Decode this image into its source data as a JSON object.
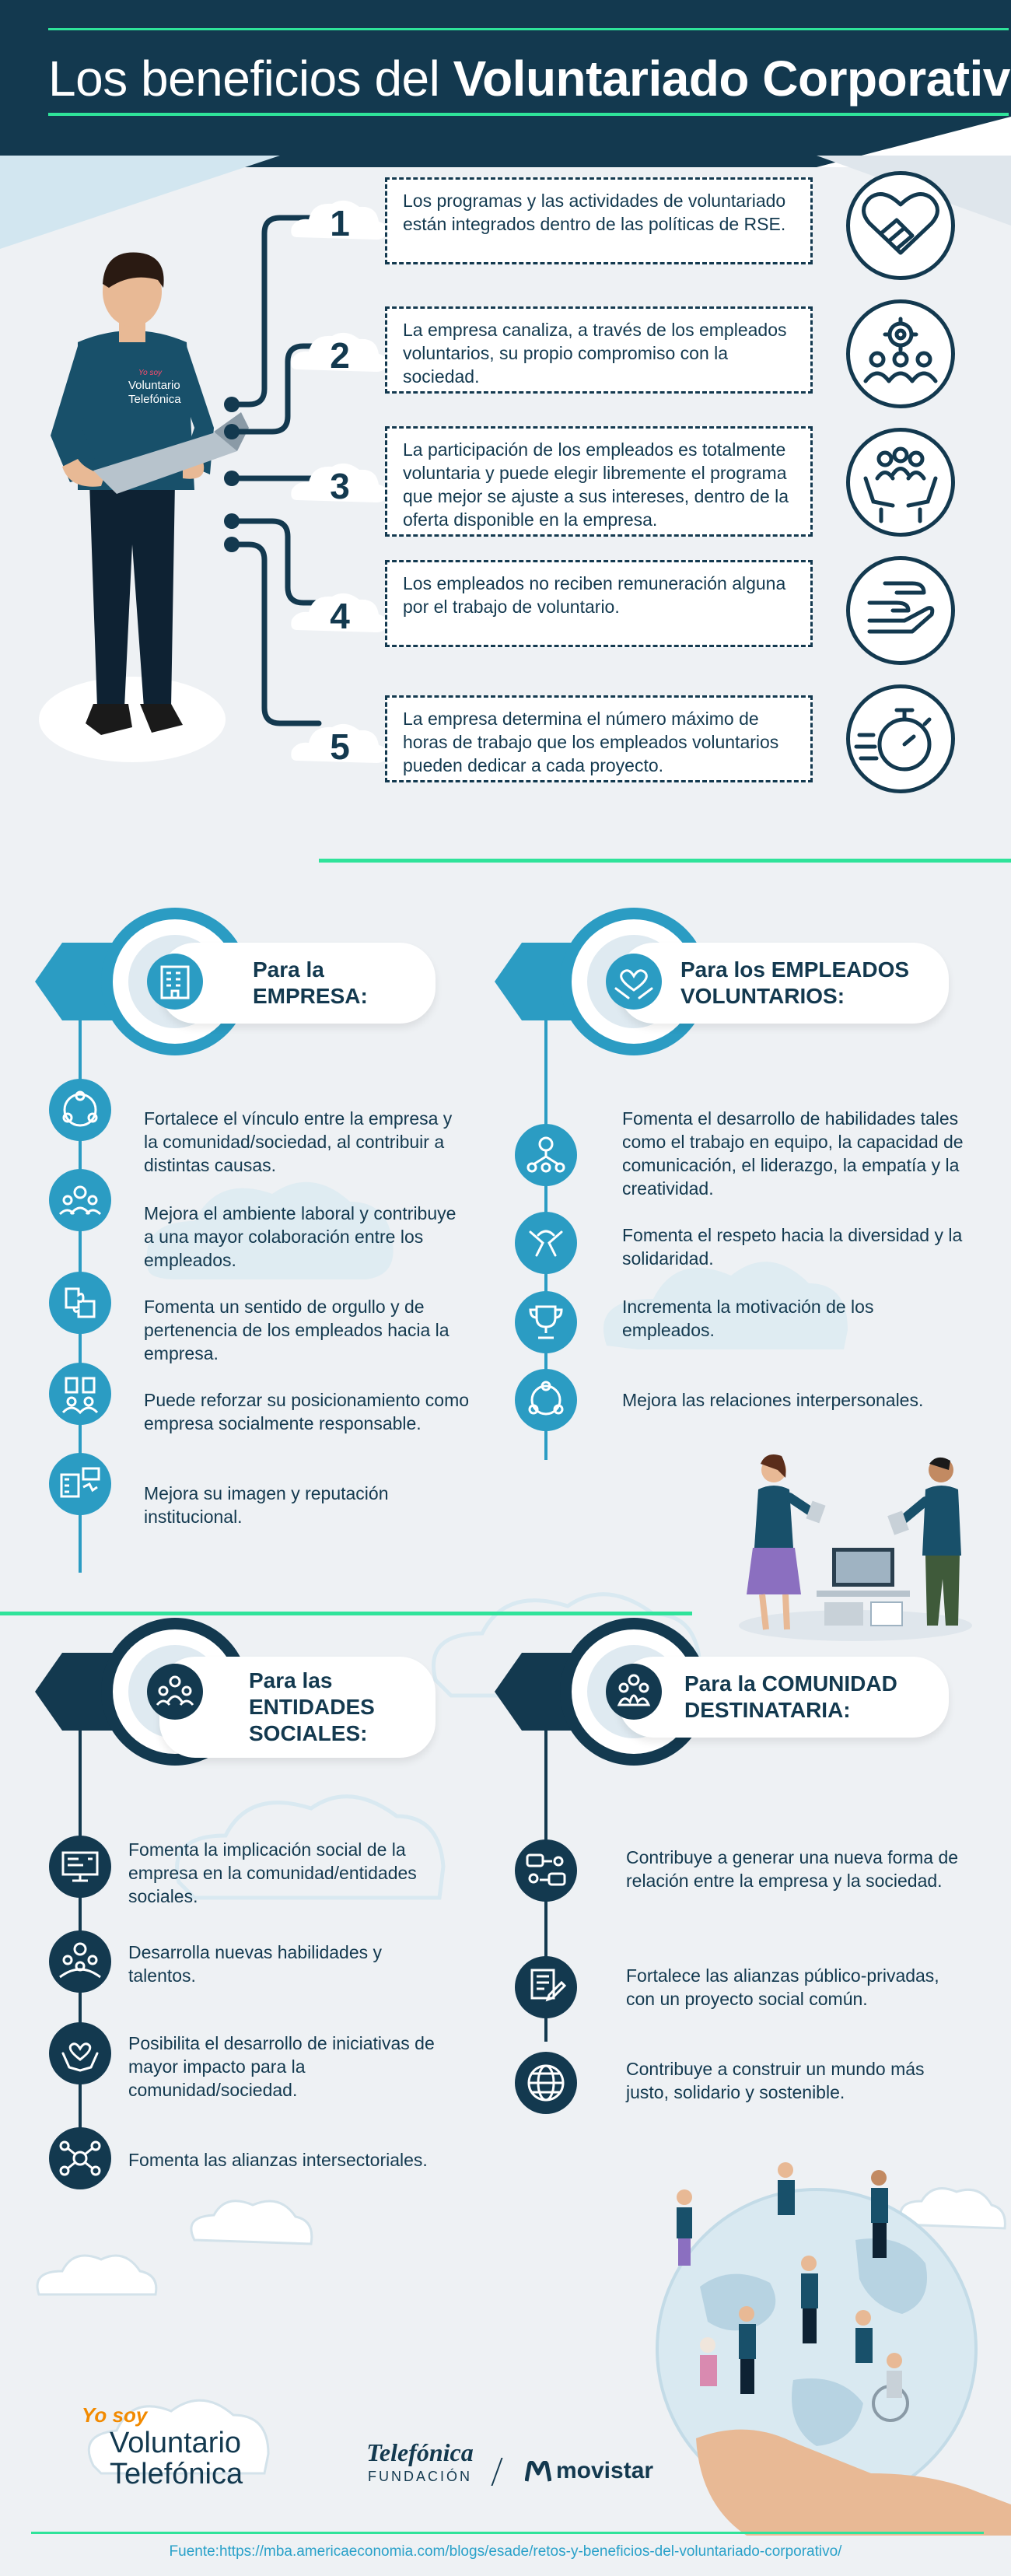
{
  "header": {
    "title_light": "Los beneficios del ",
    "title_bold": "Voluntariado Corporativo"
  },
  "person_shirt": [
    "Yo soy",
    "Voluntario",
    "Telefónica"
  ],
  "steps": [
    {
      "num": "1",
      "text": "Los programas y las actividades de voluntariado están integrados dentro de las políticas de RSE.",
      "icon": "handshake-heart-icon"
    },
    {
      "num": "2",
      "text": "La empresa canaliza, a través de los empleados voluntarios, su propio compromiso con la sociedad.",
      "icon": "people-gear-icon"
    },
    {
      "num": "3",
      "text": "La participación de los empleados es totalmente voluntaria y puede elegir libremente el programa que mejor se ajuste a sus intereses, dentro de la oferta disponible en la empresa.",
      "icon": "hands-people-icon"
    },
    {
      "num": "4",
      "text": "Los empleados no reciben remuneración alguna por el trabajo de voluntario.",
      "icon": "hand-giving-icon"
    },
    {
      "num": "5",
      "text": "La empresa determina el número máximo de horas de trabajo que los empleados voluntarios pueden dedicar a cada proyecto.",
      "icon": "stopwatch-icon"
    }
  ],
  "sections": {
    "empresa": {
      "label": [
        "Para la",
        "EMPRESA:"
      ],
      "items": [
        "Fortalece el vínculo entre la empresa y la comunidad/sociedad, al contribuir a distintas causas.",
        "Mejora el ambiente laboral y contribuye a una mayor colaboración entre los empleados.",
        "Fomenta un sentido de orgullo y de pertenencia de los empleados hacia la empresa.",
        "Puede reforzar su posicionamiento como empresa socialmente responsable.",
        "Mejora su imagen y reputación institucional."
      ]
    },
    "empleados": {
      "label": [
        "Para los EMPLEADOS",
        "VOLUNTARIOS:"
      ],
      "items": [
        "Fomenta el desarrollo de habilidades tales como el trabajo en equipo, la capacidad de comunicación, el liderazgo, la empatía y la creatividad.",
        "Fomenta el respeto hacia la diversidad y la solidaridad.",
        "Incrementa la motivación de los empleados.",
        "Mejora las relaciones interpersonales."
      ]
    },
    "entidades": {
      "label": [
        "Para las",
        "ENTIDADES",
        "SOCIALES:"
      ],
      "items": [
        "Fomenta la implicación social de la empresa en la comunidad/entidades sociales.",
        "Desarrolla nuevas habilidades y talentos.",
        "Posibilita el desarrollo de iniciativas de mayor impacto para la comunidad/sociedad.",
        "Fomenta las alianzas intersectoriales."
      ]
    },
    "comunidad": {
      "label": [
        "Para la COMUNIDAD",
        "DESTINATARIA:"
      ],
      "items": [
        "Contribuye a generar una nueva forma de relación entre la empresa y la sociedad.",
        "Fortalece las alianzas público-privadas, con un proyecto social común.",
        "Contribuye a construir un mundo más justo, solidario y sostenible."
      ]
    }
  },
  "footer": {
    "yosoy": "Yo soy",
    "voluntario": "Voluntario",
    "telefonica": "Telefónica",
    "fundacion_brand": "Telefónica",
    "fundacion": "FUNDACIÓN",
    "movistar": "movistar",
    "source": "Fuente:https://mba.americaeconomia.com/blogs/esade/retos-y-beneficios-del-voluntariado-corporativo/"
  },
  "colors": {
    "navy": "#13394f",
    "teal": "#2b9cc3",
    "green": "#2fe39a",
    "light_blue": "#d9e9f1"
  }
}
